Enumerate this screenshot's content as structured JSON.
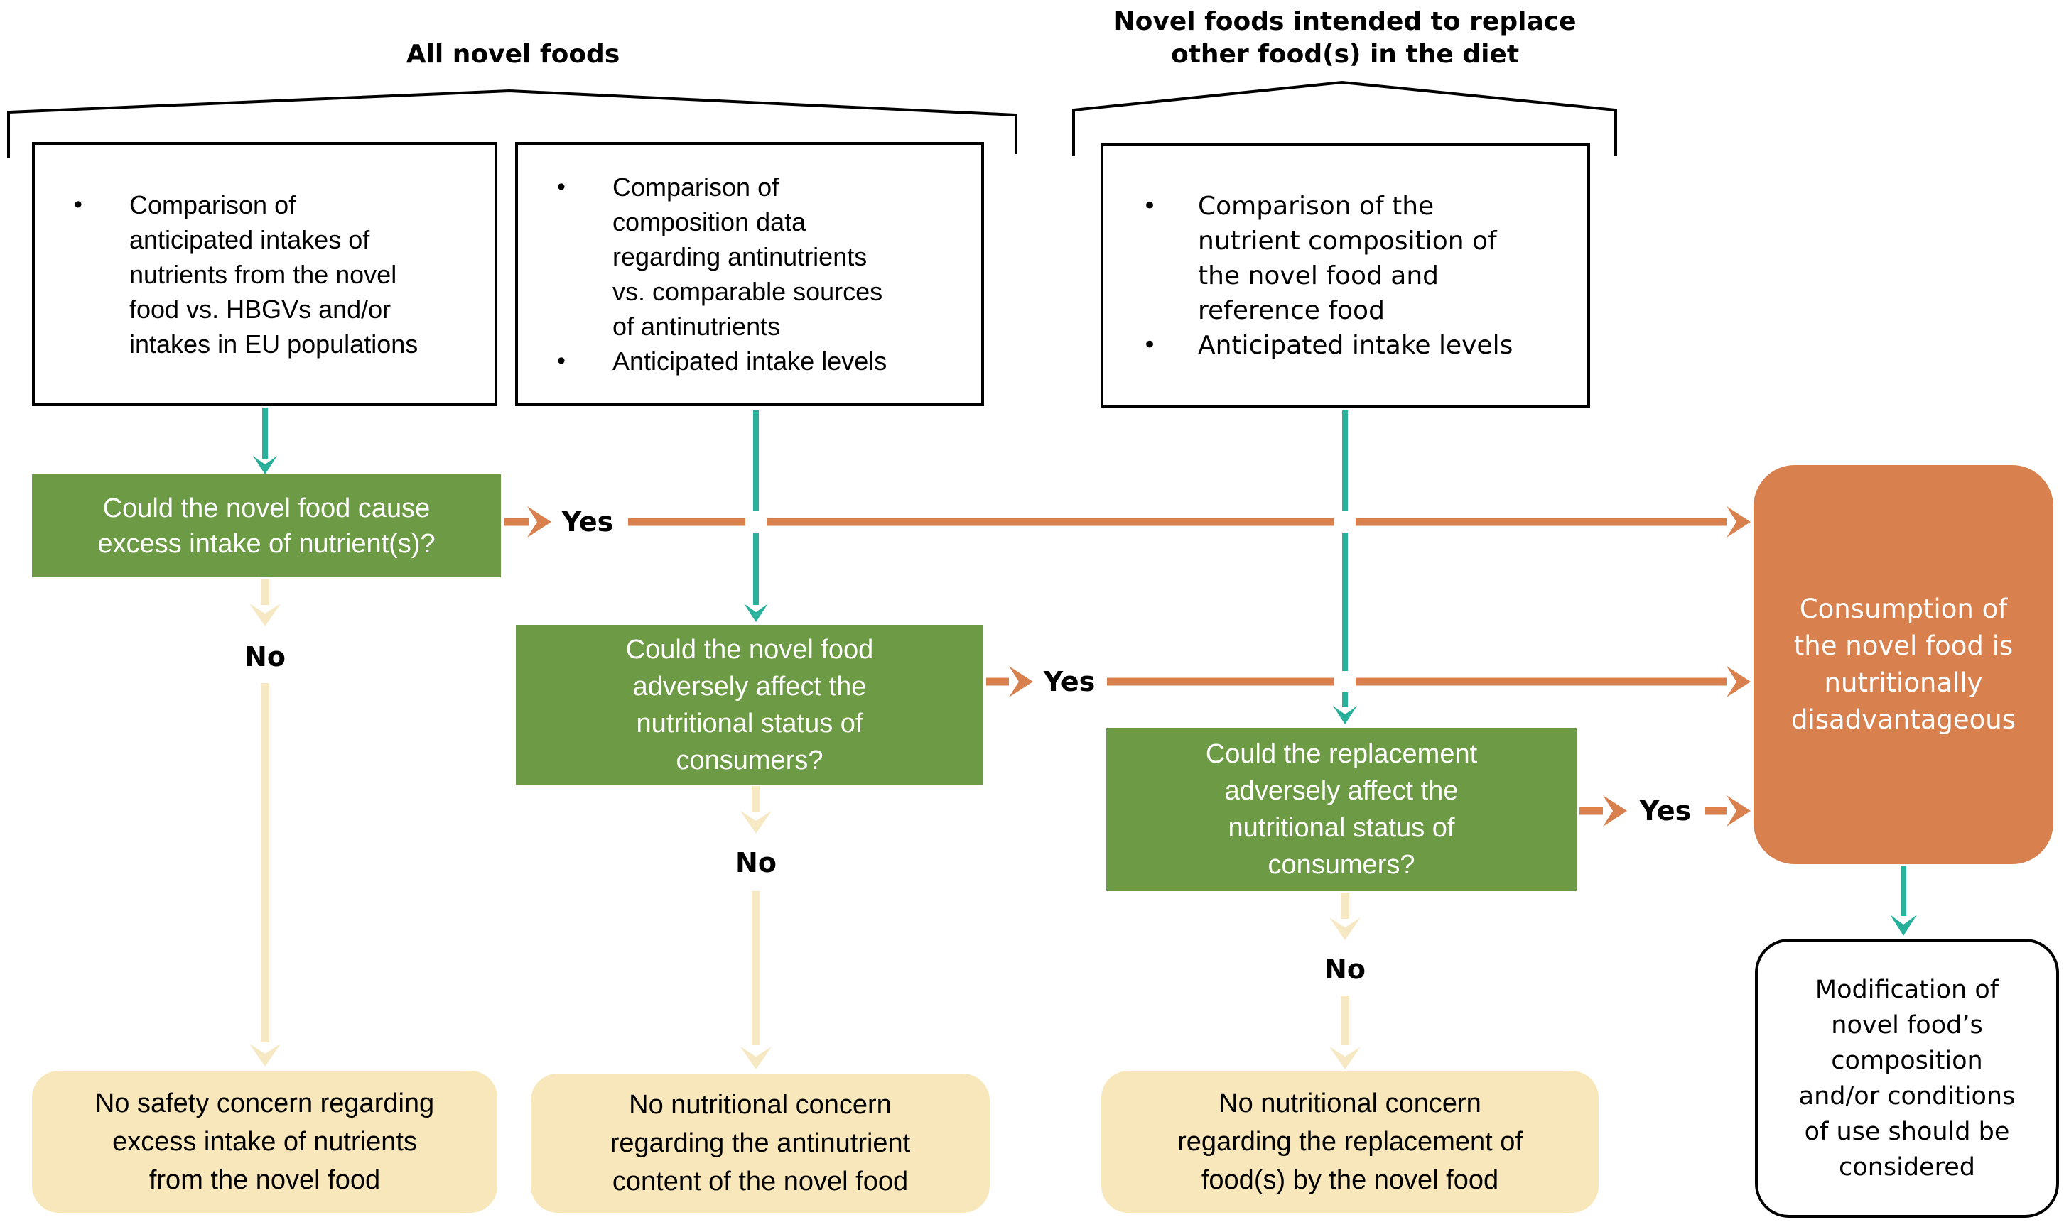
{
  "palette": {
    "decision_green": "#6d9a44",
    "connector_teal": "#29b19c",
    "yes_orange": "#d9814e",
    "outcome_cream": "#f8e7ba",
    "no_arrow_pale": "#f6e8c3",
    "text_black": "#000000",
    "text_white": "#ffffff"
  },
  "headers": {
    "all_novel_foods": "All novel foods",
    "replacement_foods": "Novel foods intended to replace\nother food(s) in the diet"
  },
  "evidence": {
    "box1": {
      "bullets": [
        "Comparison of\nanticipated intakes of\nnutrients from the novel\nfood vs. HBGVs and/or\nintakes in EU populations"
      ]
    },
    "box2": {
      "bullets": [
        "Comparison of\ncomposition data\nregarding antinutrients\nvs. comparable sources\nof antinutrients",
        "Anticipated intake levels"
      ]
    },
    "box3": {
      "bullets": [
        "Comparison of the\nnutrient composition of\nthe novel food and\nreference food",
        "Anticipated intake levels"
      ]
    }
  },
  "decisions": {
    "excess_intake": "Could the novel food cause\nexcess intake of nutrient(s)?",
    "nutritional_status": "Could the novel food\nadversely affect the\nnutritional status of\nconsumers?",
    "replacement_status": "Could the replacement\nadversely affect the\nnutritional status of\nconsumers?"
  },
  "labels": {
    "yes": "Yes",
    "no": "No"
  },
  "outcomes": {
    "no_safety_concern": "No safety concern regarding\nexcess intake of nutrients\nfrom the novel food",
    "no_antinutrient_concern": "No nutritional concern\nregarding the antinutrient\ncontent of the novel food",
    "no_replacement_concern": "No nutritional concern\nregarding the replacement of\nfood(s) by the novel food",
    "disadvantageous": "Consumption of\nthe novel food is\nnutritionally\ndisadvantageous",
    "modification": "Modification of\nnovel food’s\ncomposition\nand/or conditions\nof use should be\nconsidered"
  }
}
